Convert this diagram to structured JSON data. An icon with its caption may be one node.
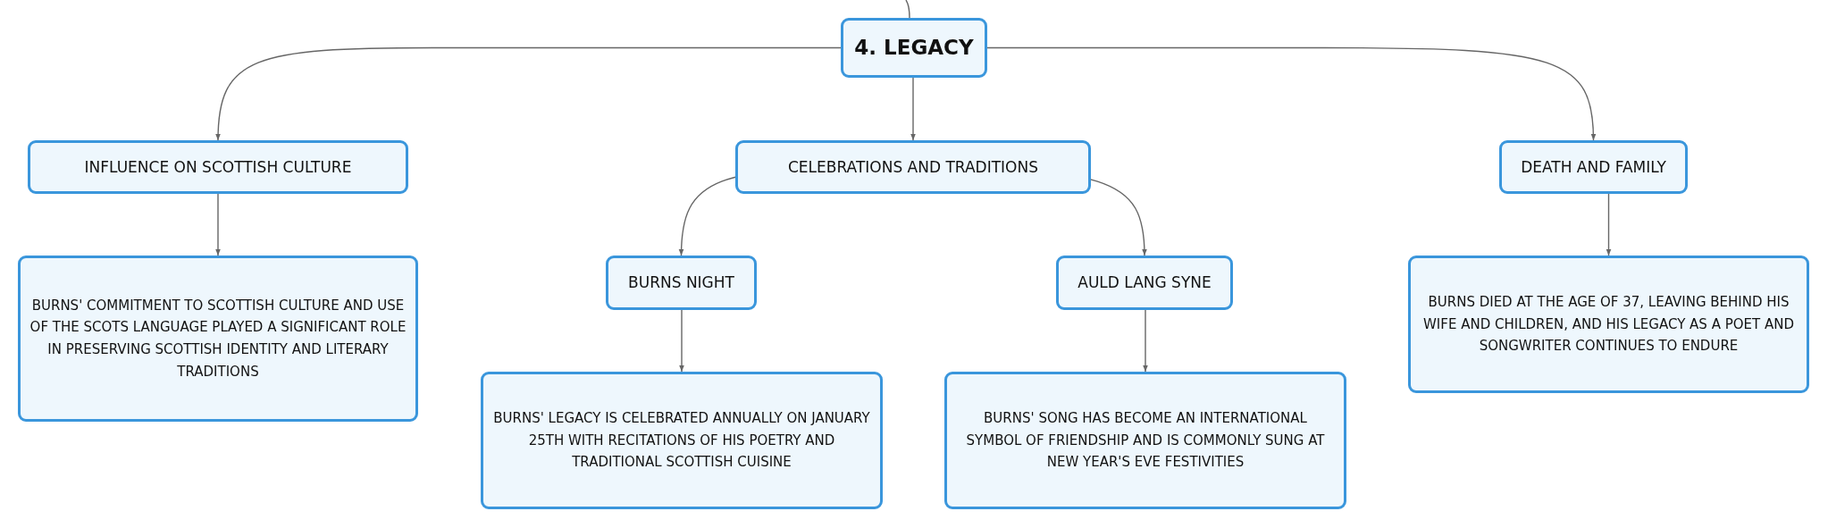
{
  "diagram": {
    "nodes": [
      {
        "text": [
          "4. LEGACY"
        ]
      },
      {
        "text": [
          "INFLUENCE ON SCOTTISH CULTURE"
        ]
      },
      {
        "text": [
          "CELEBRATIONS AND TRADITIONS"
        ]
      },
      {
        "text": [
          "DEATH AND FAMILY"
        ]
      },
      {
        "text": [
          "BURNS' COMMITMENT TO SCOTTISH CULTURE AND USE OF THE SCOTS LANGUAGE PLAYED A SIGNIFICANT ROLE IN PRESERVING SCOTTISH IDENTITY AND LITERARY TRADITIONS"
        ]
      },
      {
        "text": [
          "BURNS NIGHT"
        ]
      },
      {
        "text": [
          "AULD LANG SYNE"
        ]
      },
      {
        "text": [
          "BURNS' LEGACY IS CELEBRATED ANNUALLY ON JANUARY 25TH WITH RECITATIONS OF HIS POETRY AND TRADITIONAL SCOTTISH CUISINE"
        ]
      },
      {
        "text": [
          "BURNS' SONG HAS BECOME AN INTERNATIONAL SYMBOL OF FRIENDSHIP AND IS COMMONLY SUNG AT NEW YEAR'S EVE FESTIVITIES"
        ]
      },
      {
        "text": [
          "BURNS DIED AT THE AGE OF 37, LEAVING BEHIND HIS WIFE AND CHILDREN, AND HIS LEGACY AS A POET AND SONGWRITER CONTINUES TO ENDURE"
        ]
      }
    ],
    "edges": [
      {
        "from": null,
        "to": 0,
        "arrow": "none"
      },
      {
        "from": 0,
        "to": 1,
        "arrow": "to"
      },
      {
        "from": 0,
        "to": 2,
        "arrow": "to"
      },
      {
        "from": 0,
        "to": 3,
        "arrow": "to"
      },
      {
        "from": 1,
        "to": 4,
        "arrow": "to"
      },
      {
        "from": 2,
        "to": 5,
        "arrow": "to"
      },
      {
        "from": 2,
        "to": 6,
        "arrow": "to"
      },
      {
        "from": 5,
        "to": 7,
        "arrow": "to"
      },
      {
        "from": 6,
        "to": 8,
        "arrow": "to"
      },
      {
        "from": 3,
        "to": 9,
        "arrow": "to"
      }
    ]
  }
}
